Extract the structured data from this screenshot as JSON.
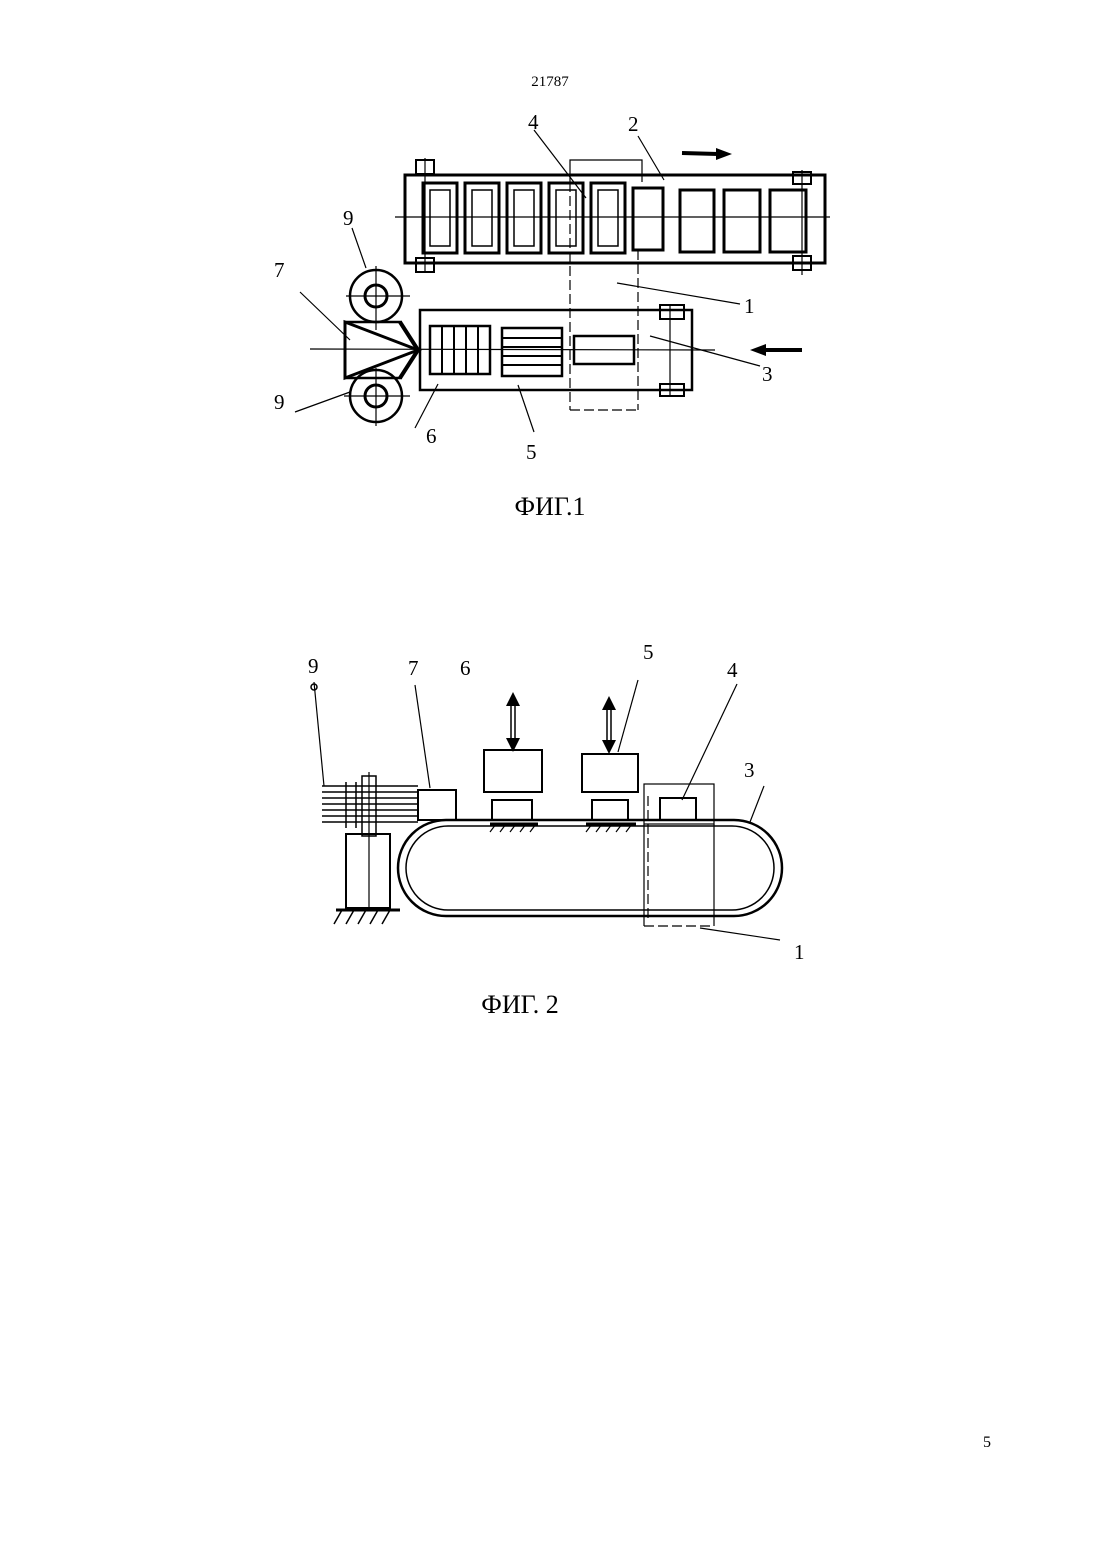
{
  "header": {
    "doc_number": "21787"
  },
  "figure1": {
    "caption": "ФИГ.1",
    "labels": {
      "l1": "1",
      "l2": "2",
      "l3": "3",
      "l4": "4",
      "l5": "5",
      "l6": "6",
      "l7": "7",
      "l9a": "9",
      "l9b": "9"
    }
  },
  "figure2": {
    "caption": "ФИГ. 2",
    "labels": {
      "l1": "1",
      "l3": "3",
      "l4": "4",
      "l5": "5",
      "l6": "6",
      "l7": "7",
      "l9": "9"
    }
  },
  "footer": {
    "page_number": "5"
  }
}
